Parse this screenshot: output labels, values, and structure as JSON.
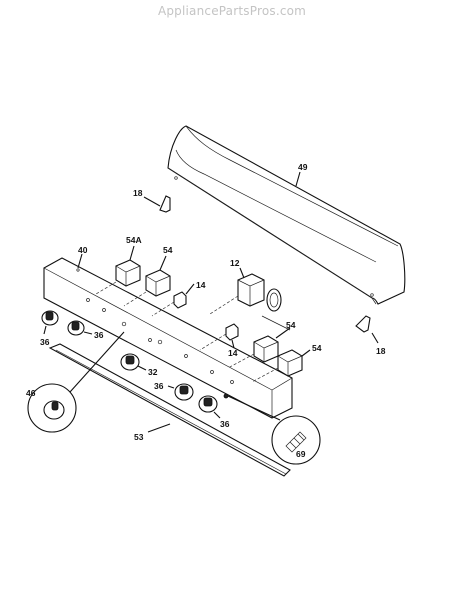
{
  "watermark": "AppliancePartsPros.com",
  "parts": {
    "p49": "49",
    "p18a": "18",
    "p18b": "18",
    "p40": "40",
    "p54a": "54A",
    "p54_top": "54",
    "p14_top": "14",
    "p12": "12",
    "p54_mid": "54",
    "p54_low": "54",
    "p14_low": "14",
    "p36_a": "36",
    "p36_b": "36",
    "p32": "32",
    "p36_c": "36",
    "p36_d": "36",
    "p46": "46",
    "p53": "53",
    "p69": "69"
  }
}
